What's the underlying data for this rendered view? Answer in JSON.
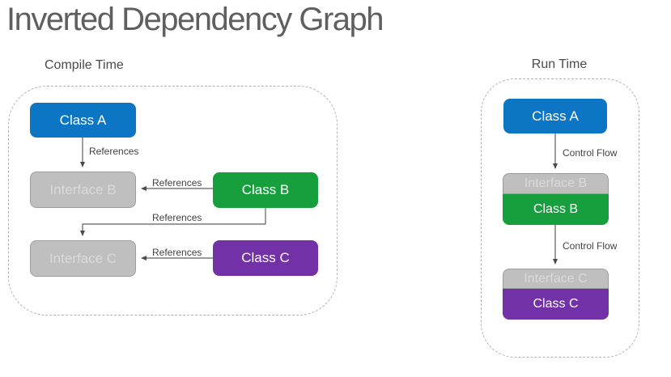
{
  "title": "Inverted Dependency Graph",
  "colors": {
    "class_a_blue": "#0d76c4",
    "class_b_green": "#179e3d",
    "class_c_purple": "#7231a6",
    "interface_fill": "#bfbfbf",
    "interface_border": "#9d9d9d",
    "interface_text": "#dadada",
    "class_text": "#ffffff",
    "arrow": "#4f4f4f",
    "panel_border": "#b3b3b3",
    "title_text": "#5f5f5f"
  },
  "compile_panel": {
    "label": "Compile Time",
    "nodes": {
      "class_a": "Class A",
      "interface_b": "Interface B",
      "class_b": "Class B",
      "interface_c": "Interface C",
      "class_c": "Class C"
    },
    "edges": {
      "classa_to_interfaceb": "References",
      "classb_to_interfaceb": "References",
      "classb_to_interfacec": "References",
      "classc_to_interfacec": "References"
    }
  },
  "run_panel": {
    "label": "Run Time",
    "nodes": {
      "class_a": "Class A",
      "interface_b": "Interface B",
      "class_b": "Class B",
      "interface_c": "Interface C",
      "class_c": "Class C"
    },
    "edges": {
      "classa_to_interfaceb": "Control Flow",
      "classb_to_interfacec": "Control Flow"
    }
  }
}
